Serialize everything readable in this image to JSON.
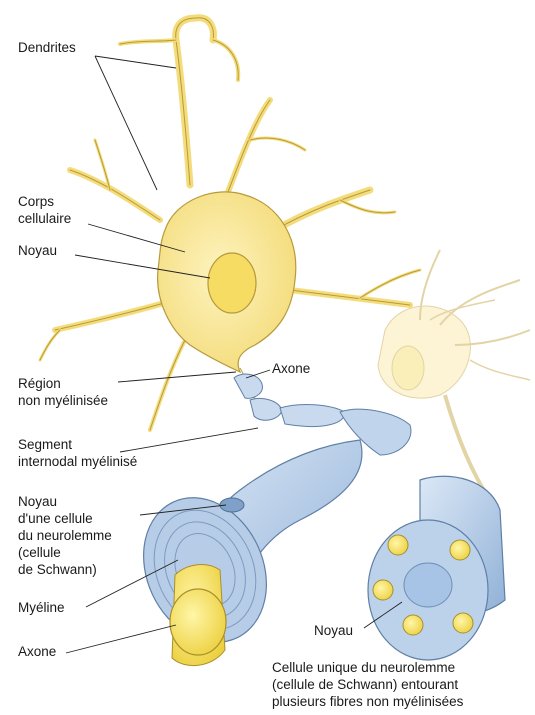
{
  "labels": {
    "dendrites": "Dendrites",
    "corps_l1": "Corps",
    "corps_l2": "cellulaire",
    "noyau_top": "Noyau",
    "axone_top": "Axone",
    "region_l1": "Région",
    "region_l2": "non myélinisée",
    "segment_l1": "Segment",
    "segment_l2": "internodal myélinisé",
    "schwann_l1": "Noyau",
    "schwann_l2": "d'une cellule",
    "schwann_l3": "du neurolemme",
    "schwann_l4": "(cellule",
    "schwann_l5": "de Schwann)",
    "myeline": "Myéline",
    "axone_bottom": "Axone",
    "noyau_right": "Noyau",
    "caption_l1": "Cellule unique du neurolemme",
    "caption_l2": "(cellule de Schwann) entourant",
    "caption_l3": "plusieurs fibres non myélinisées"
  },
  "colors": {
    "cell_body": "#f8e594",
    "cell_outline": "#b79a3c",
    "myelin": "#bcd2ea",
    "axon_core": "#f5e36a"
  }
}
